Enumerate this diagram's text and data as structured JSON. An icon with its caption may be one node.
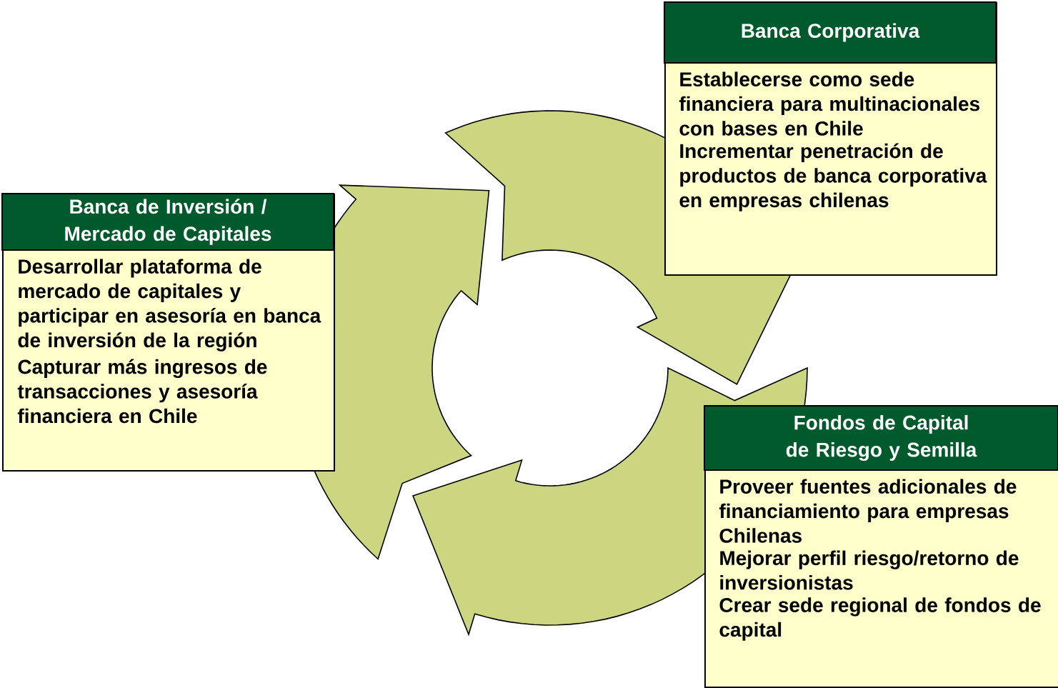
{
  "diagram": {
    "nodes": [
      {
        "text": [
          "Banca Corporativa",
          "Establecerse como sede financiera para multinacionales con bases en Chile",
          "Incrementar penetración de productos de banca corporativa en empresas chilenas"
        ]
      },
      {
        "text": [
          "Banca de Inversión / Mercado de Capitales",
          "Desarrollar plataforma de mercado de capitales y participar en asesoría en banca de inversión de la región",
          "Capturar más ingresos de transacciones y asesoría financiera en Chile"
        ]
      },
      {
        "text": [
          "Fondos de Capital de Riesgo y Semilla",
          "Proveer fuentes adicionales de financiamiento para empresas Chilenas",
          "Mejorar perfil riesgo/retorno de inversionistas",
          "Crear sede regional de fondos de capital"
        ]
      }
    ]
  }
}
